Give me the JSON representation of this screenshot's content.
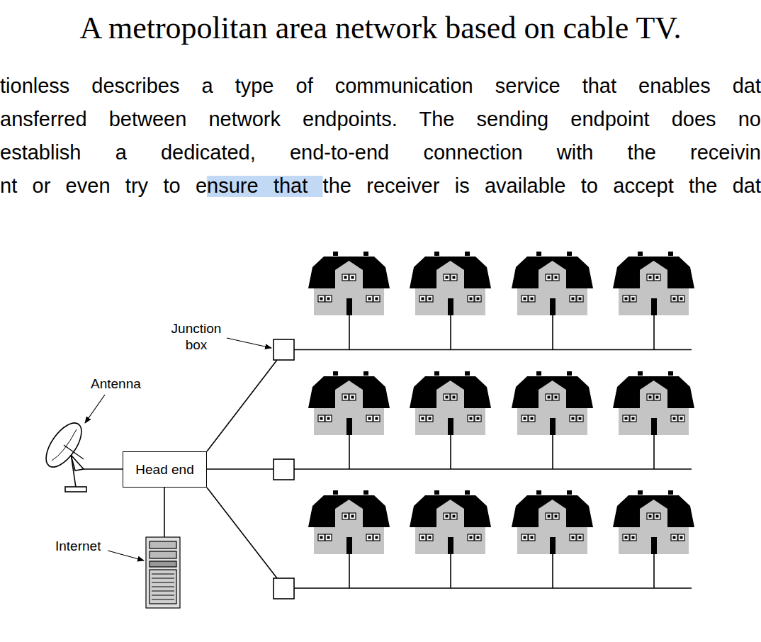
{
  "diagram": {
    "title": "A metropolitan area network based on cable TV.",
    "nodes": [
      {
        "text": [
          "Head end"
        ]
      }
    ],
    "labels": [
      "tionless describes a type of communication service that enables dat",
      "ansferred between network endpoints. The sending endpoint does no",
      "establish a dedicated, end-to-end connection with the receivin",
      "nt or even try to ensure that the receiver is available to accept the dat",
      "Junction box",
      "Antenna",
      "Internet"
    ]
  }
}
